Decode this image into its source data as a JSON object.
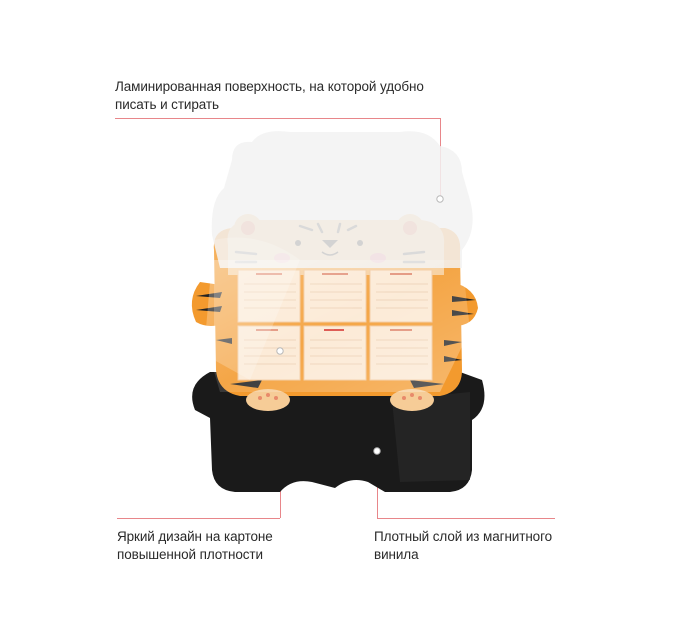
{
  "captions": {
    "laminated": "Ламинированная поверхность, на которой удобно\nписать и стирать",
    "design": "Яркий дизайн на картоне\nповышенной плотности",
    "vinyl": "Плотный слой из магнитного\nвинила"
  },
  "colors": {
    "leader": "#e8868a",
    "orange": "#f39a2e",
    "peach": "#f6cc97",
    "black": "#1a1a1a"
  }
}
